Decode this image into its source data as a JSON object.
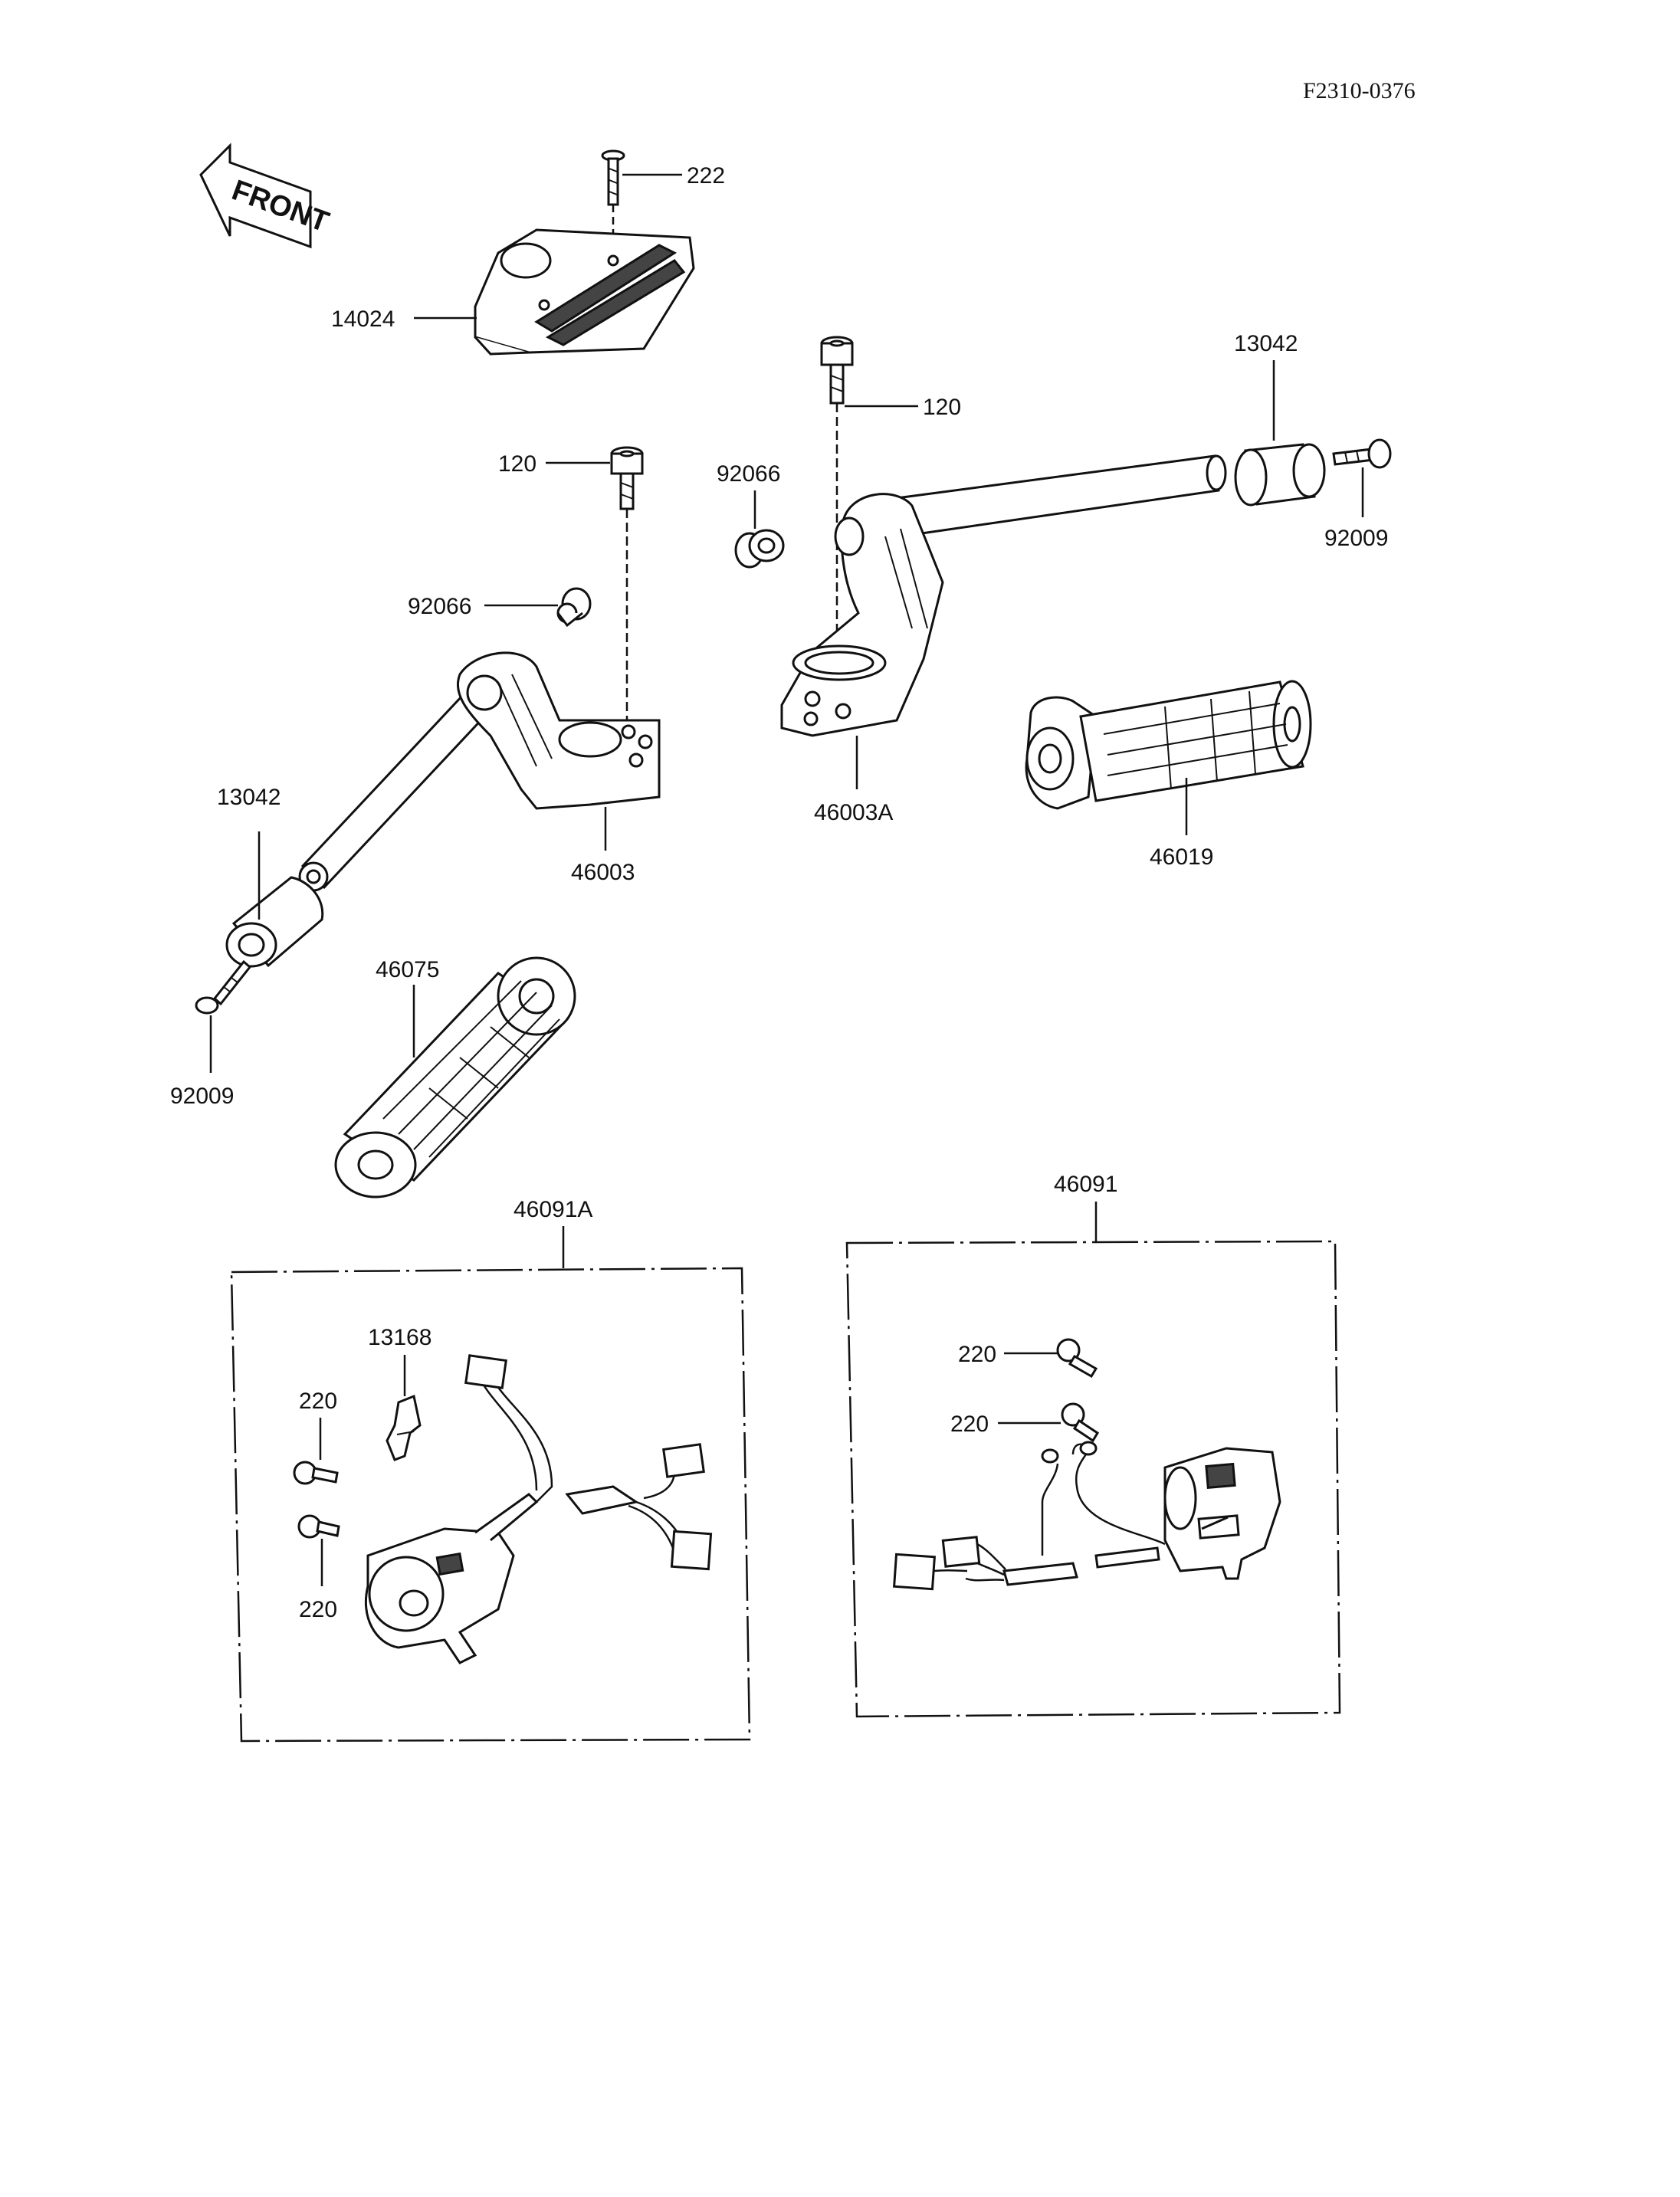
{
  "drawing_ref": "F2310-0376",
  "front_label": "FRONT",
  "parts": {
    "p222": "222",
    "p14024": "14024",
    "p120_left": "120",
    "p120_right": "120",
    "p92066_left": "92066",
    "p92066_right": "92066",
    "p13042_left": "13042",
    "p13042_right": "13042",
    "p92009_left": "92009",
    "p92009_right": "92009",
    "p46003": "46003",
    "p46003A": "46003A",
    "p46019": "46019",
    "p46075": "46075",
    "p46091A": "46091A",
    "p46091": "46091",
    "p13168": "13168",
    "p220_a": "220",
    "p220_b": "220",
    "p220_c": "220",
    "p220_d": "220"
  }
}
